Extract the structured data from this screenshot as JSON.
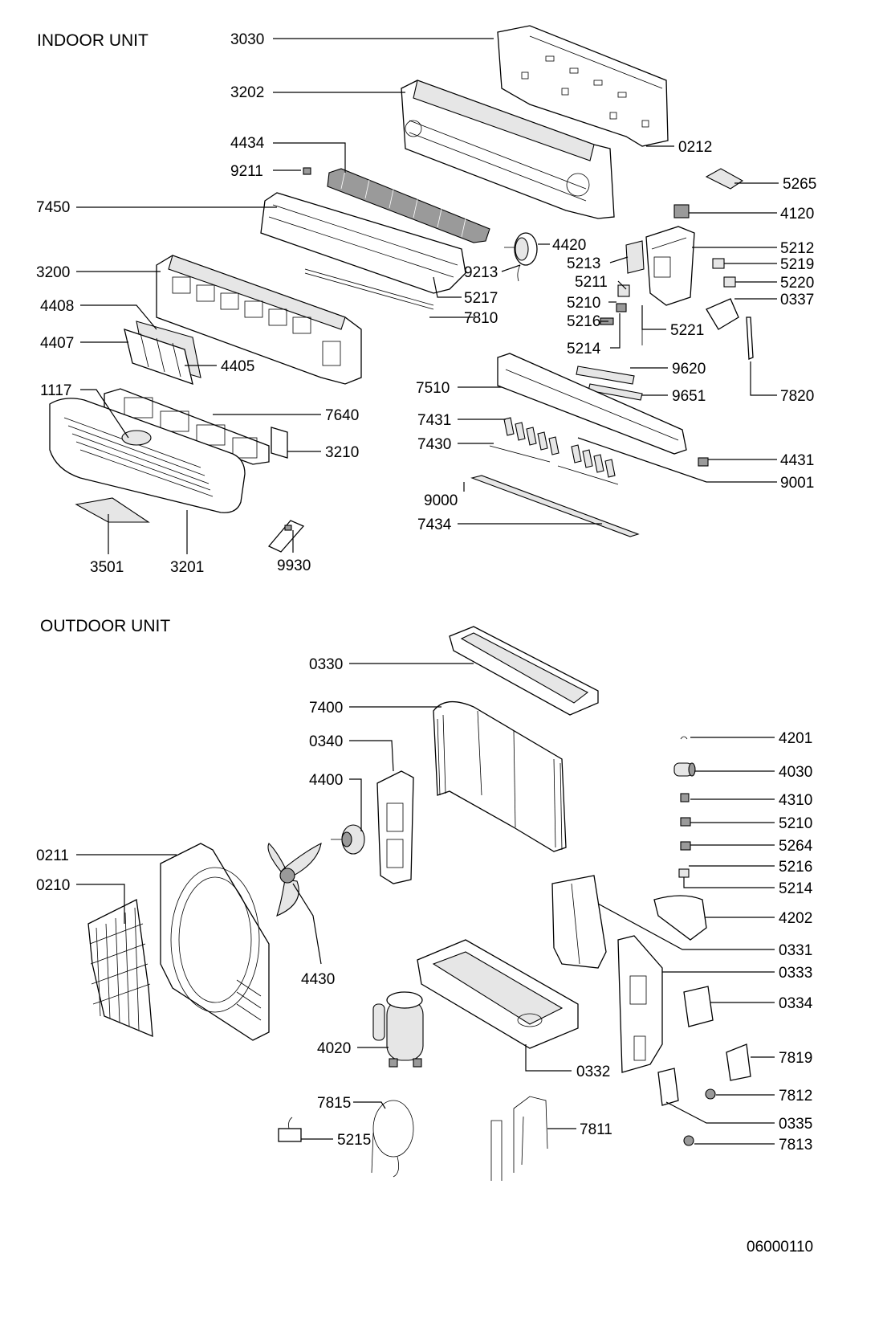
{
  "sections": {
    "indoor_title": "INDOOR UNIT",
    "outdoor_title": "OUTDOOR UNIT"
  },
  "document_code": "06000110",
  "indoor_parts": [
    "3030",
    "3202",
    "0212",
    "4434",
    "9211",
    "5265",
    "4120",
    "7450",
    "4420",
    "5212",
    "5213",
    "9213",
    "5219",
    "5211",
    "5220",
    "3200",
    "5217",
    "0337",
    "5210",
    "4408",
    "7810",
    "5216",
    "5221",
    "4407",
    "4405",
    "5214",
    "9620",
    "1117",
    "7510",
    "9651",
    "7820",
    "7640",
    "7431",
    "3210",
    "7430",
    "4431",
    "9001",
    "9000",
    "7434",
    "3501",
    "3201",
    "9930"
  ],
  "outdoor_parts": [
    "0330",
    "7400",
    "0340",
    "4201",
    "4400",
    "4030",
    "4310",
    "5210",
    "0211",
    "5264",
    "0210",
    "5216",
    "5214",
    "4202",
    "4430",
    "0331",
    "0333",
    "0334",
    "4020",
    "0332",
    "7819",
    "7815",
    "7812",
    "5215",
    "7811",
    "0335",
    "7813"
  ]
}
